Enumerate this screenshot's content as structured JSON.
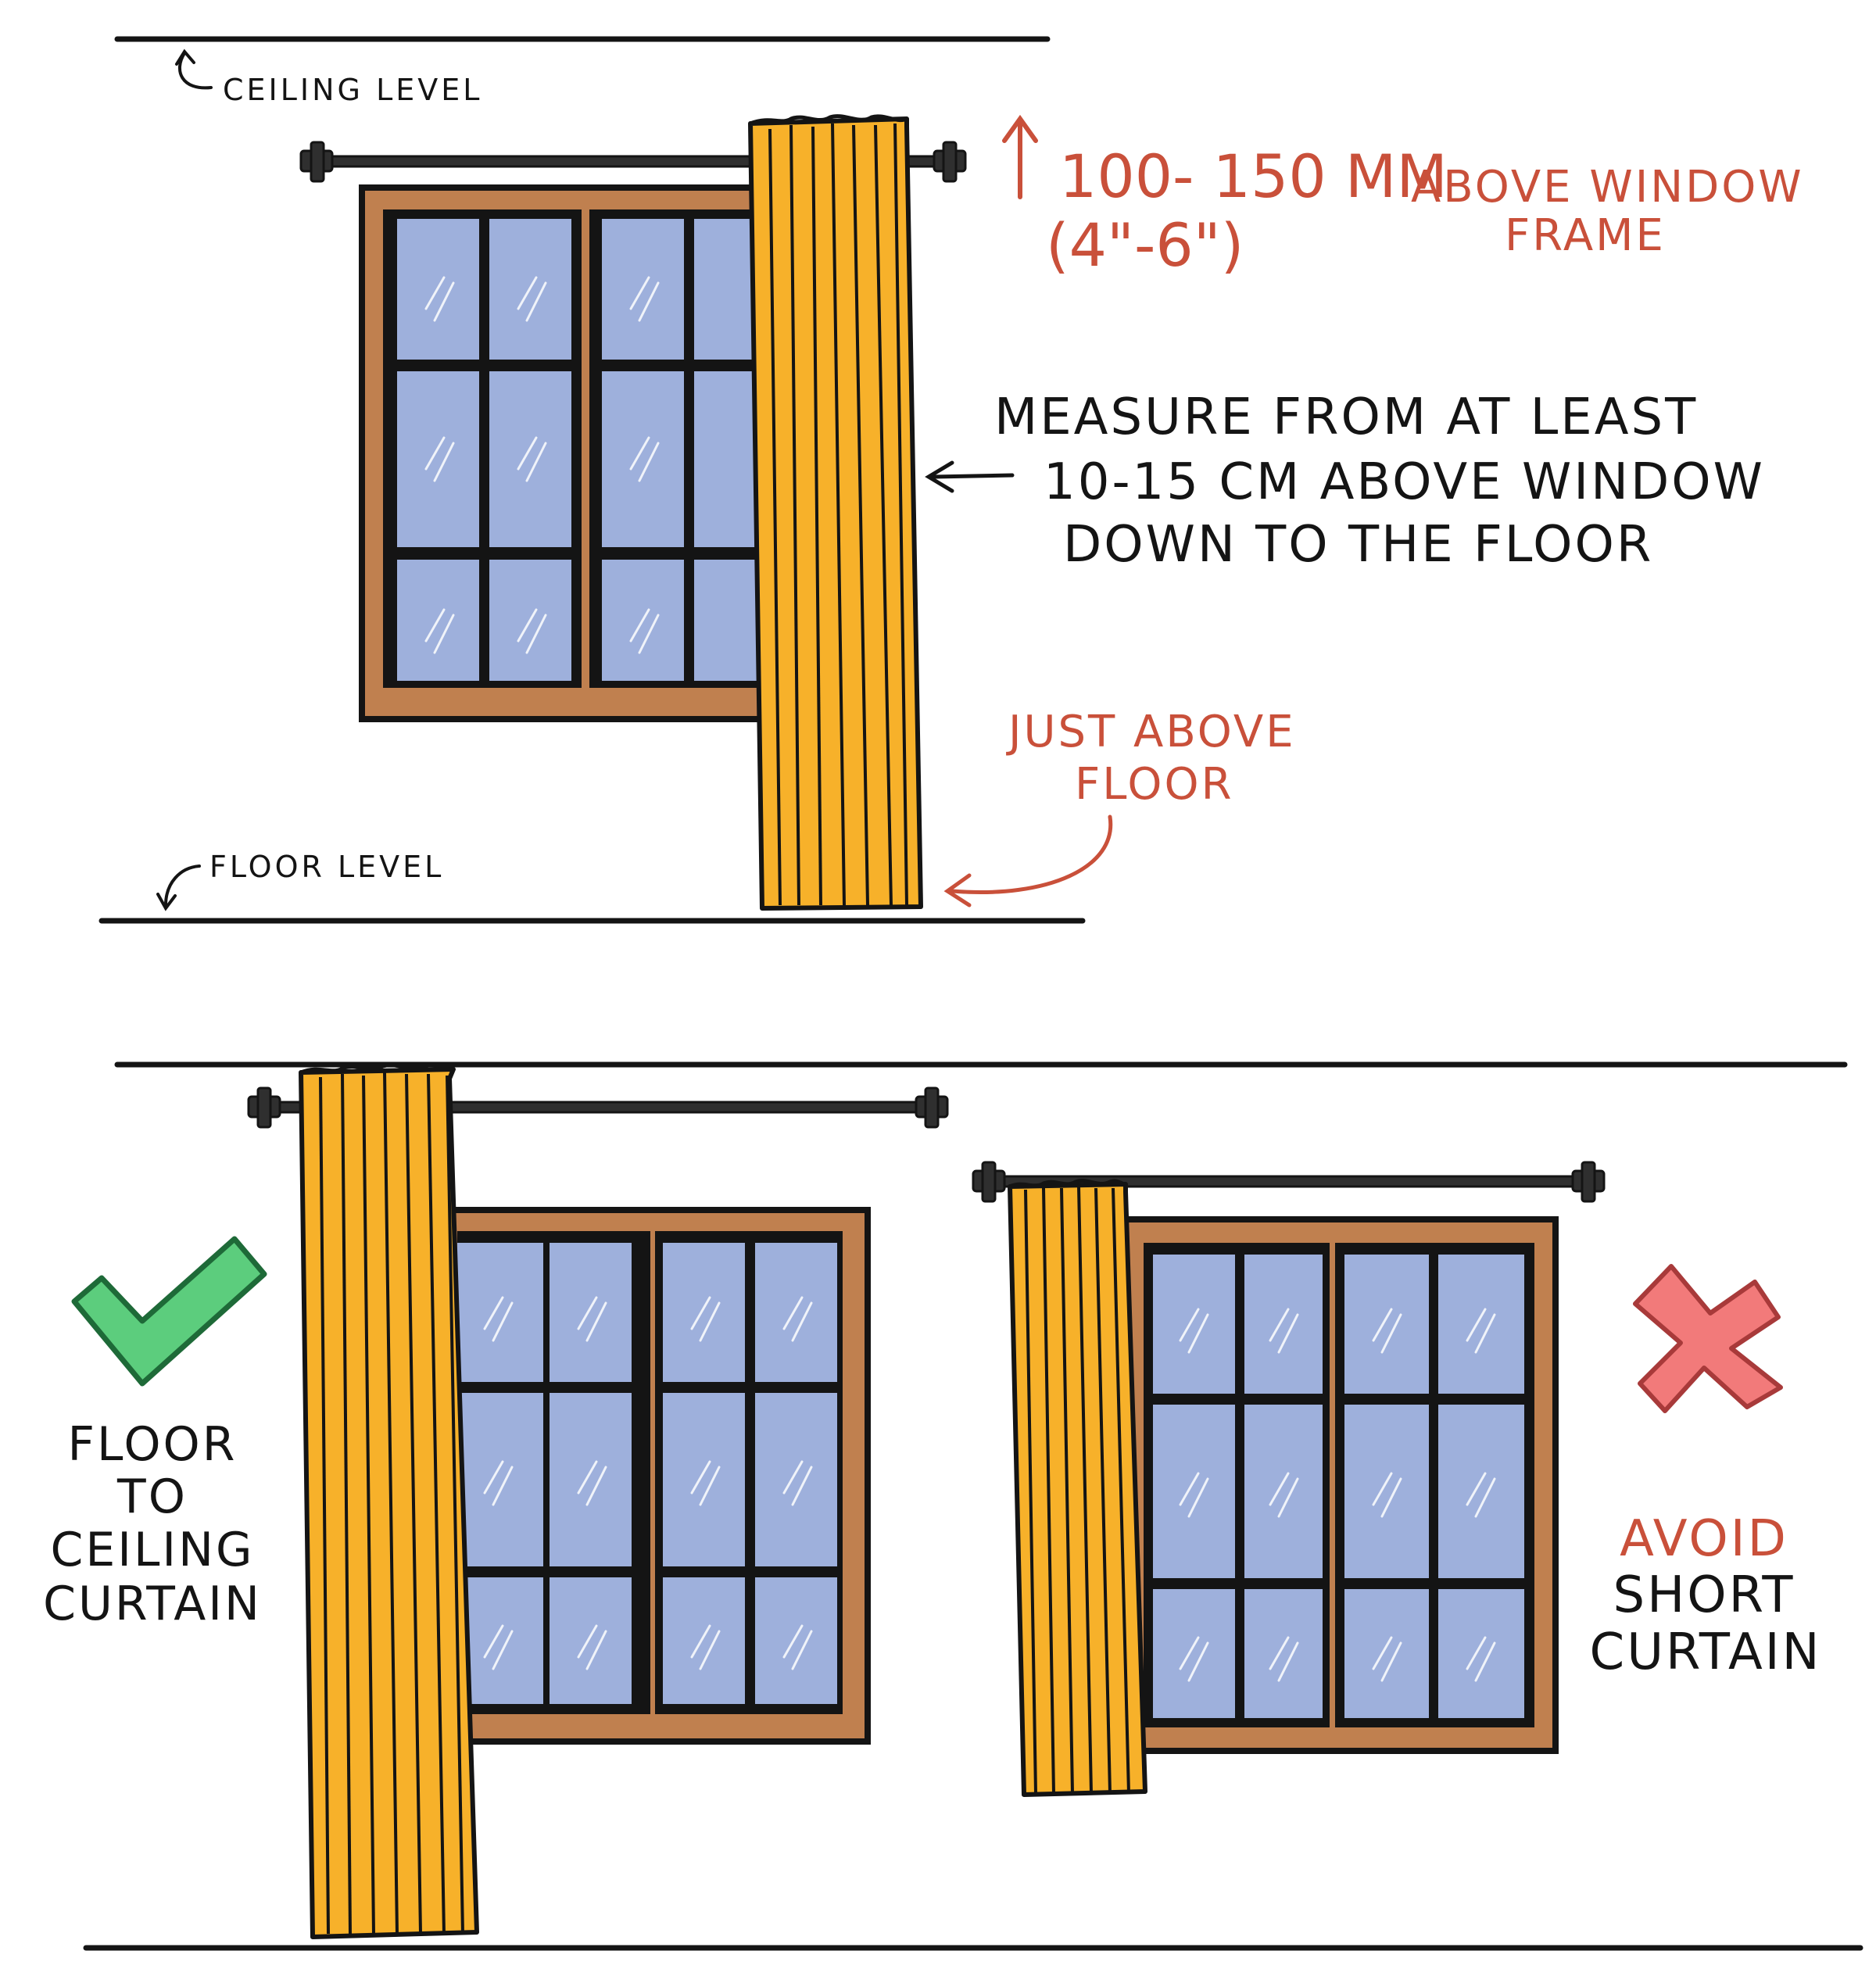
{
  "colors": {
    "ink": "#141414",
    "red_note": "#c9503a",
    "curtain": "#f7b12a",
    "curtain_shadow": "#d9901c",
    "frame": "#c0804f",
    "frame_dark": "#5a3a22",
    "glass": "#9eb0dc",
    "check": "#5ccd7d",
    "cross": "#f27a7a"
  },
  "top": {
    "ceiling_label": "CEILING LEVEL",
    "floor_label": "FLOOR LEVEL",
    "rod_height": {
      "line1": "100- 150 mm",
      "line2": "(4\"-6\")",
      "frame_line1": "ABOVE WINDOW",
      "frame_line2": "FRAME"
    },
    "measure_note": [
      "MEASURE FROM AT LEAST",
      "10-15 cm ABOVE WINDOW",
      "DOWN TO THE FLOOR"
    ],
    "just_above": [
      "JUST ABOVE",
      "FLOOR"
    ]
  },
  "bottom": {
    "good_label": [
      "FLOOR",
      "TO",
      "CEILING",
      "CURTAIN"
    ],
    "bad_label": {
      "avoid": "AVOID",
      "rest": [
        "SHORT",
        "CURTAIN"
      ]
    },
    "good_icon": "checkmark-icon",
    "bad_icon": "cross-icon"
  }
}
